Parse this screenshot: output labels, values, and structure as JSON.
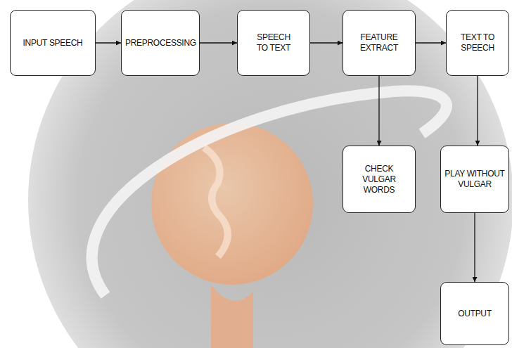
{
  "diagram": {
    "nodes": [
      {
        "text": [
          "INPUT SPEECH"
        ]
      },
      {
        "text": [
          "PREPROCESSING"
        ]
      },
      {
        "text": [
          "SPEECH TO TEXT"
        ]
      },
      {
        "text": [
          "FEATURE EXTRACT"
        ]
      },
      {
        "text": [
          "TEXT TO SPEECH"
        ]
      },
      {
        "text": [
          "CHECK VULGAR WORDS"
        ]
      },
      {
        "text": [
          "PLAY WITHOUT VULGAR"
        ]
      },
      {
        "text": [
          "OUTPUT"
        ]
      }
    ],
    "edges": [
      {
        "from": 0,
        "to": 1,
        "arrow": "to"
      },
      {
        "from": 1,
        "to": 2,
        "arrow": "to"
      },
      {
        "from": 2,
        "to": 3,
        "arrow": "to"
      },
      {
        "from": 3,
        "to": 4,
        "arrow": "to"
      },
      {
        "from": 3,
        "to": 5,
        "arrow": "to"
      },
      {
        "from": 4,
        "to": 6,
        "arrow": "to"
      },
      {
        "from": 6,
        "to": 7,
        "arrow": "to"
      }
    ]
  }
}
